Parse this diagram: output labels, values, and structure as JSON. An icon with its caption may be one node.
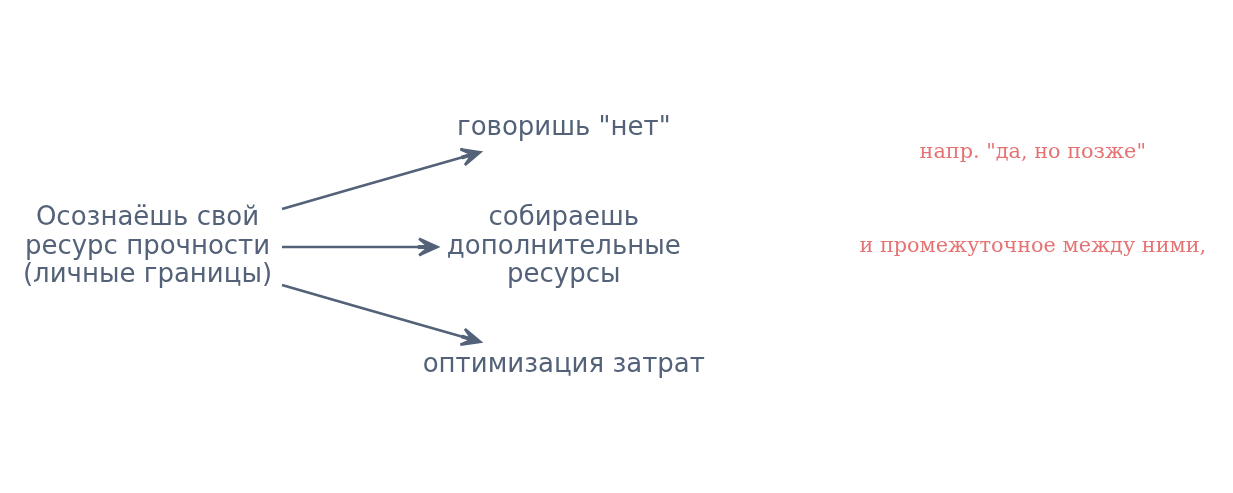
{
  "diagram": {
    "nodes": [
      {
        "text": [
          "Осознаёшь свой ресурс прочности (личные границы)"
        ]
      },
      {
        "text": [
          "говоришь \"нет\""
        ]
      },
      {
        "text": [
          "собираешь дополнительные ресурсы"
        ]
      },
      {
        "text": [
          "оптимизация затрат"
        ]
      }
    ],
    "edges": [
      {
        "from": 0,
        "to": 1,
        "arrow": "to"
      },
      {
        "from": 0,
        "to": 2,
        "arrow": "to"
      },
      {
        "from": 0,
        "to": 3,
        "arrow": "to"
      }
    ],
    "labels": [
      "и промежуточное между ними,",
      "напр. \"да, но позже\""
    ]
  }
}
